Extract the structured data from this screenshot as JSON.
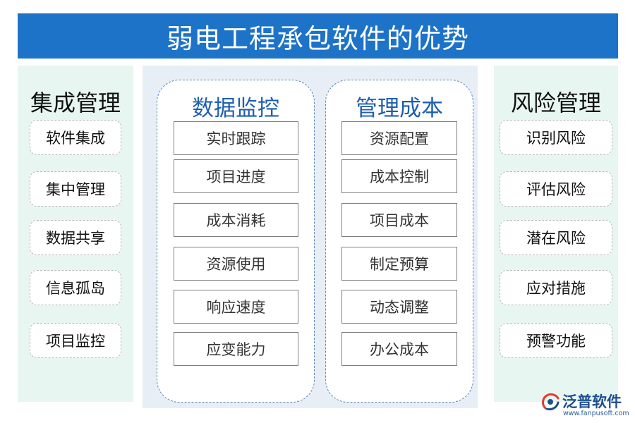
{
  "title": "弱电工程承包软件的优势",
  "left_panel": {
    "heading": "集成管理",
    "items": [
      "软件集成",
      "集中管理",
      "数据共享",
      "信息孤岛",
      "项目监控"
    ]
  },
  "columns": [
    {
      "heading": "数据监控",
      "items": [
        "实时跟踪",
        "项目进度",
        "成本消耗",
        "资源使用",
        "响应速度",
        "应变能力"
      ]
    },
    {
      "heading": "管理成本",
      "items": [
        "资源配置",
        "成本控制",
        "项目成本",
        "制定预算",
        "动态调整",
        "办公成本"
      ]
    }
  ],
  "right_panel": {
    "heading": "风险管理",
    "items": [
      "识别风险",
      "评估风险",
      "潜在风险",
      "应对措施",
      "预警功能"
    ]
  },
  "logo": {
    "name": "泛普软件",
    "url": "www.fanpusoft.com"
  },
  "colors": {
    "banner": "#1d73c7",
    "side_panel_bg": "#e8f6f1",
    "center_panel_bg": "#e8eef6",
    "column_heading": "#1e5fb0"
  }
}
